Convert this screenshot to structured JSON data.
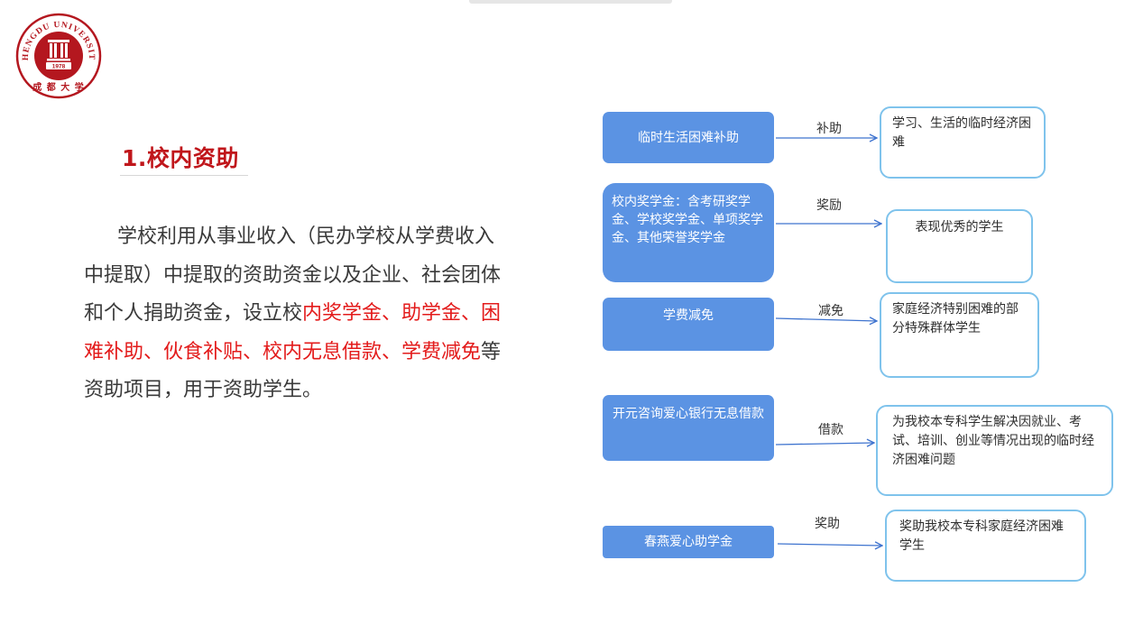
{
  "logo": {
    "arc_text": "CHENGDU UNIVERSITY",
    "year": "1978",
    "chinese_name": "成 都 大 学",
    "color": "#b4171f"
  },
  "section": {
    "title": "1.校内资助"
  },
  "paragraph": {
    "part1": "学校利用从事业收入（民办学校从学费收入中提取）中提取的资助资金以及企业、社会团体和个人捐助资金，设立校",
    "highlight": "内奖学金、助学金、困难补助、伙食补贴、校内无息借款、学费减免",
    "part2": "等资助项目，用于资助学生。"
  },
  "diagram": {
    "rows": [
      {
        "source": "临时生活困难补助",
        "relation": "补助",
        "target": "学习、生活的临时经济困难"
      },
      {
        "source": "校内奖学金：含考研奖学金、学校奖学金、单项奖学金、其他荣誉奖学金",
        "relation": "奖励",
        "target": "表现优秀的学生"
      },
      {
        "source": "学费减免",
        "relation": "减免",
        "target": "家庭经济特别困难的部分特殊群体学生"
      },
      {
        "source": "开元咨询爱心银行无息借款",
        "relation": "借款",
        "target": "为我校本专科学生解决因就业、考试、培训、创业等情况出现的临时经济困难问题"
      },
      {
        "source": "春燕爱心助学金",
        "relation": "奖助",
        "target": "奖助我校本专科家庭经济困难学生"
      }
    ],
    "colors": {
      "source_fill": "#5b93e3",
      "target_border": "#7fc3ec",
      "arrow": "#3f74cf"
    }
  }
}
